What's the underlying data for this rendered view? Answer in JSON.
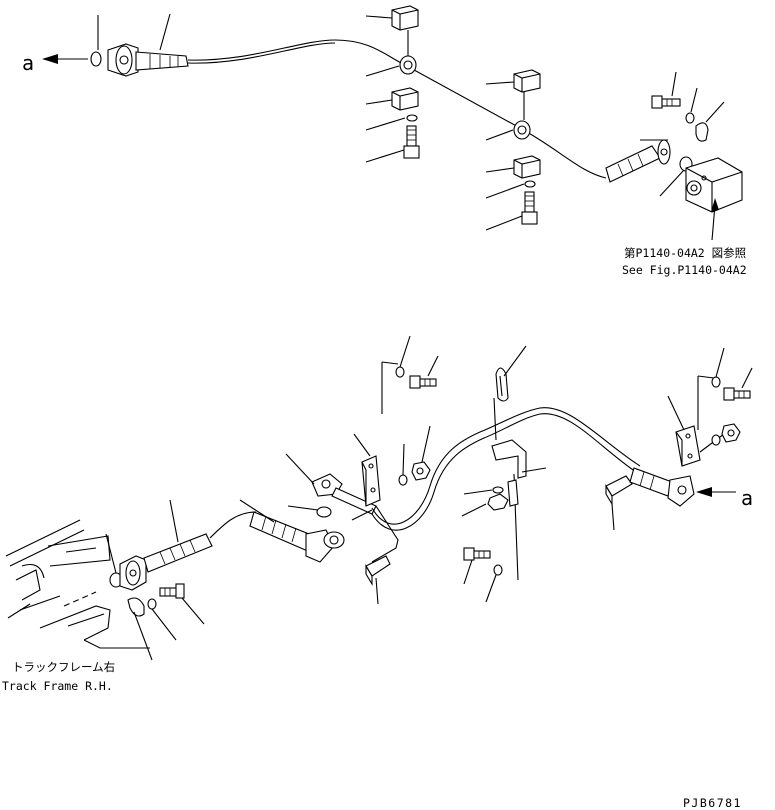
{
  "labels": {
    "arrow_a_top": "a",
    "arrow_a_bottom": "a",
    "ref_ja": "第P1140-04A2 図参照",
    "ref_en": "See Fig.P1140-04A2",
    "track_frame_ja": "トラックフレーム右",
    "track_frame_en": "Track Frame R.H.",
    "drawing_code": "PJB6781"
  }
}
